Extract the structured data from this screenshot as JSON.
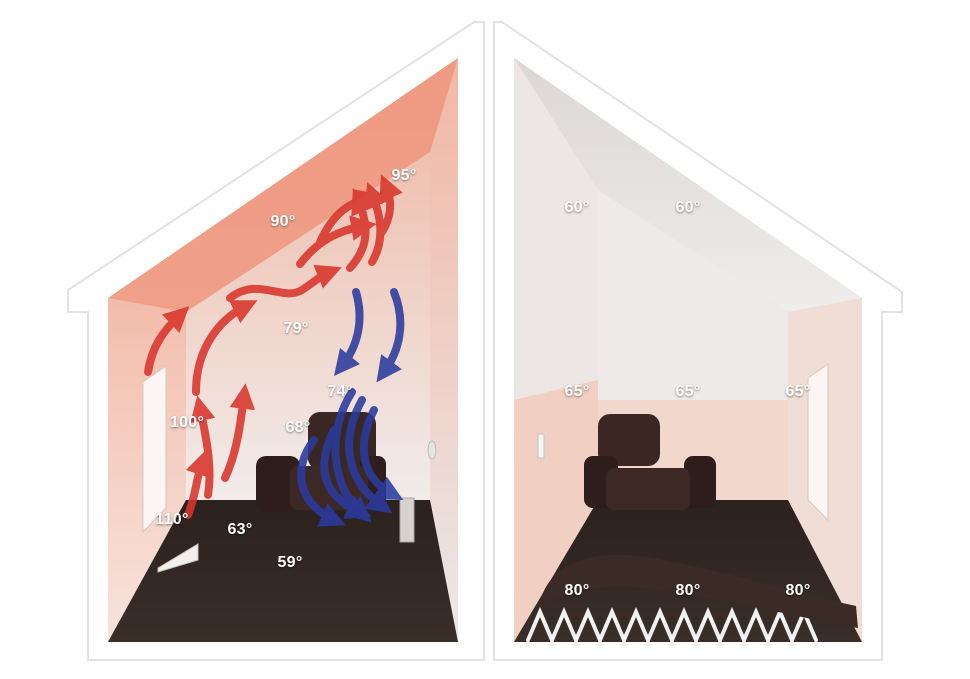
{
  "colors": {
    "warm_glow": "#f0a088",
    "hot_arrow": "#d9352b",
    "cold_arrow": "#2b3a9e",
    "floor": "#2e2420",
    "wall_frame": "#ffffff"
  },
  "left_house": {
    "heating": "forced-air vent",
    "temperatures": [
      "95°",
      "90°",
      "79°",
      "74°",
      "68°",
      "100°",
      "110°",
      "63°",
      "59°"
    ]
  },
  "right_house": {
    "heating": "radiant floor",
    "temperatures": [
      "60°",
      "60°",
      "65°",
      "65°",
      "65°",
      "80°",
      "80°",
      "80°"
    ]
  }
}
